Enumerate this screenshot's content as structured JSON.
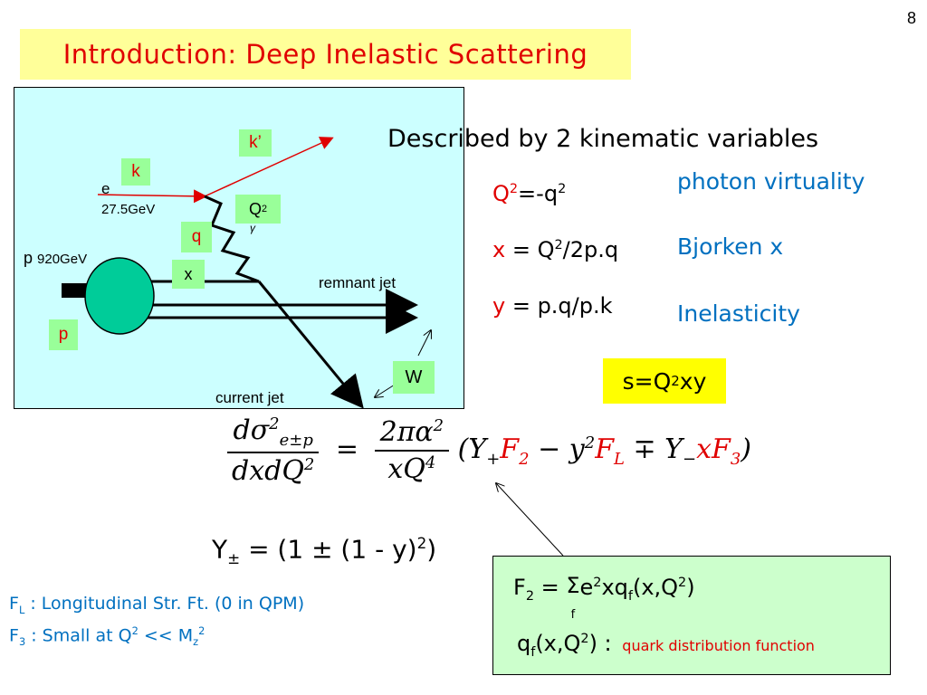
{
  "slide": {
    "number": "8",
    "title": "Introduction: Deep Inelastic Scattering"
  },
  "diagram": {
    "e_label": "e",
    "e_energy": "27.5GeV",
    "p_label": "p",
    "p_energy": "920GeV",
    "k_label": "k",
    "kprime_label": "k’",
    "q2_label": "Q",
    "q2_label_exp": "2",
    "q_label": "q",
    "x_label": "x",
    "p_box_label": "p",
    "w_label": "W",
    "remnant_jet": "remnant jet",
    "current_jet": "current jet",
    "gamma_glyph": "γ"
  },
  "kinematics": {
    "heading": "Described by 2 kinematic variables",
    "rows": [
      {
        "var": "Q",
        "var_exp": "2",
        "expr": "=-q",
        "expr_exp": "2",
        "name": "photon virtuality"
      },
      {
        "var": "x",
        "expr": " = Q",
        "expr_exp": "2",
        "expr_tail": "/2p.q",
        "name": "Bjorken x"
      },
      {
        "var": "y",
        "expr": " = p.q/p.k",
        "name": "Inelasticity"
      }
    ],
    "s_relation": {
      "pre": "s=Q",
      "exp": "2",
      "post": "xy"
    }
  },
  "cross_section": {
    "num_left": "dσ",
    "num_left_sup": "2",
    "num_left_sub": "e±p",
    "den_left": "dxdQ",
    "den_left_sup": "2",
    "eq": "=",
    "num_right": "2πα",
    "num_right_sup": "2",
    "den_right": "xQ",
    "den_right_sup": "4",
    "open": "(Y",
    "open_sub": "+",
    "f2": "F",
    "f2_sub": "2",
    "minus": " − y",
    "minus_sup": "2",
    "fl": "F",
    "fl_sub": "L",
    "mp": " ∓ Y",
    "mp_sub": "−",
    "xf3": "xF",
    "xf3_sub": "3",
    "close": ")"
  },
  "y_pm": {
    "lhs": "Y",
    "lhs_sub": "±",
    "rhs": " = (1 ± (1 - y)",
    "rhs_sup": "2",
    "rhs_close": ")"
  },
  "notes": {
    "fl": {
      "sym": "F",
      "sub": "L",
      "text": " : Longitudinal Str. Ft. (0 in QPM)"
    },
    "f3": {
      "sym": "F",
      "sub": "3",
      "text": " : Small at Q",
      "q_sup": "2",
      "mid": " << M",
      "z_sub": "z",
      "z_sup": "2"
    }
  },
  "f2_box": {
    "f2": "F",
    "f2_sub": "2",
    "eq": " = ",
    "sigma": "Σ",
    "sigma_sub": "f",
    "term": "e",
    "term_sup": "2",
    "term2": "xq",
    "term2_sub": "f",
    "args": "(x,Q",
    "args_sup": "2",
    "args_close": ")",
    "qf": "q",
    "qf_sub": "f",
    "qf_args": "(x,Q",
    "qf_args_sup": "2",
    "qf_args_close": ") :",
    "desc": "quark distribution function"
  },
  "colors": {
    "title_bg": "#ffff99",
    "title_text": "#e00000",
    "diagram_bg": "#ccffff",
    "label_bg": "#99ff99",
    "s_box_bg": "#ffff00",
    "f2_box_bg": "#ccffcc",
    "blue_text": "#0070c0",
    "red_text": "#e00000"
  }
}
